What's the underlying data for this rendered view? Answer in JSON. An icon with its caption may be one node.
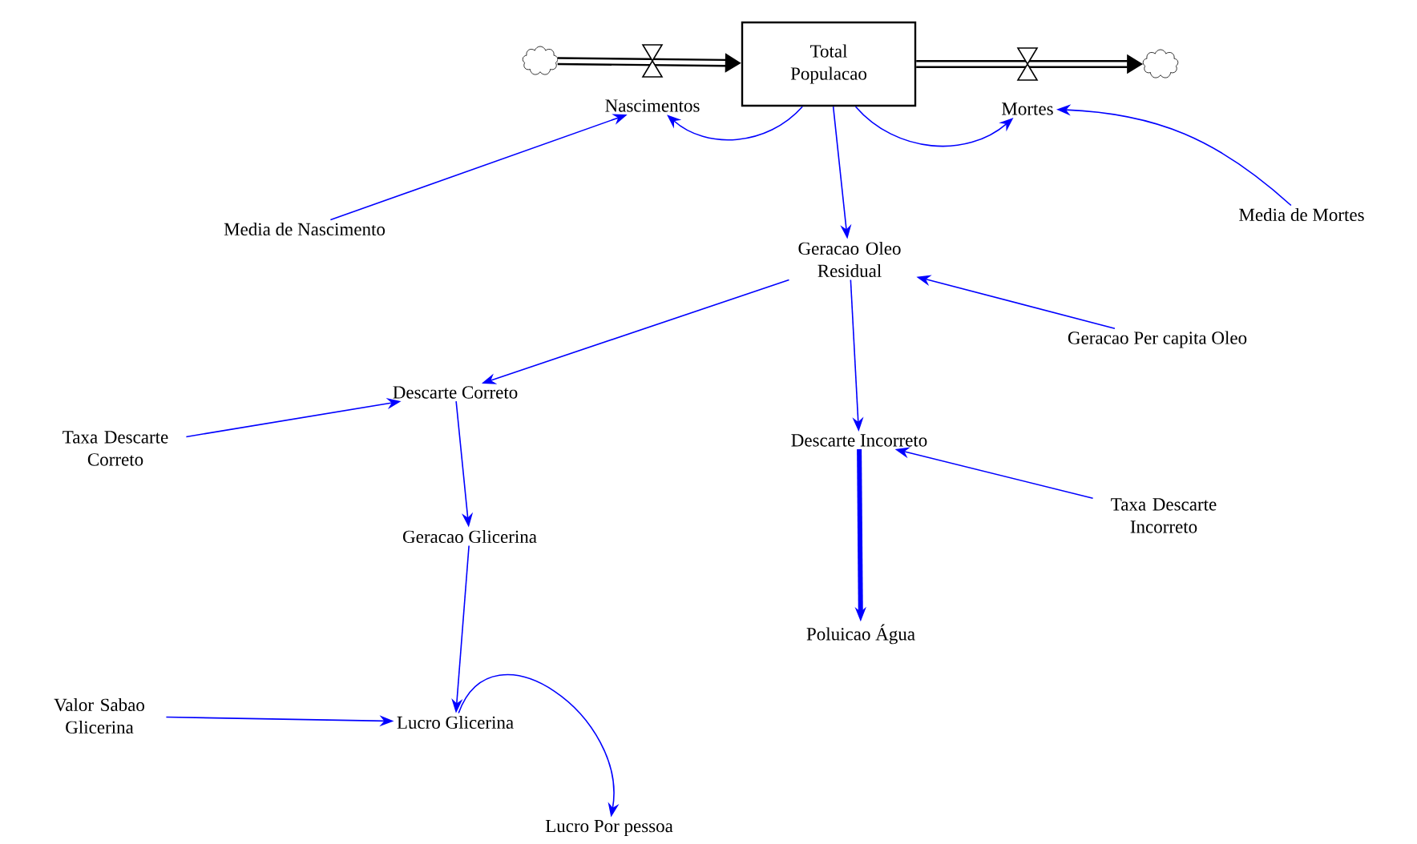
{
  "diagram": {
    "nodes": [
      {
        "text": [],
        "shape": "cloud"
      },
      {
        "text": [
          "Total Populacao"
        ]
      },
      {
        "text": [],
        "shape": "cloud"
      },
      {
        "text": [
          "Nascimentos"
        ]
      },
      {
        "text": [
          "Mortes"
        ]
      },
      {
        "text": [
          "Media de Nascimento"
        ]
      },
      {
        "text": [
          "Media de Mortes"
        ]
      },
      {
        "text": [
          "Geracao Oleo Residual"
        ]
      },
      {
        "text": [
          "Geracao Per capita Oleo"
        ]
      },
      {
        "text": [
          "Descarte Correto"
        ]
      },
      {
        "text": [
          "Taxa Descarte Correto"
        ]
      },
      {
        "text": [
          "Descarte Incorreto"
        ]
      },
      {
        "text": [
          "Taxa Descarte Incorreto"
        ]
      },
      {
        "text": [
          "Geracao Glicerina"
        ]
      },
      {
        "text": [
          "Poluicao Água"
        ]
      },
      {
        "text": [
          "Valor Sabao Glicerina"
        ]
      },
      {
        "text": [
          "Lucro Glicerina"
        ]
      },
      {
        "text": [
          "Lucro Por pessoa"
        ]
      }
    ],
    "edges": [
      {
        "from": 0,
        "to": 1,
        "arrow": "to",
        "style": "thick",
        "color": "#000000"
      },
      {
        "from": 1,
        "to": 2,
        "arrow": "to",
        "style": "thick",
        "color": "#000000"
      },
      {
        "from": 1,
        "to": 3,
        "arrow": "to"
      },
      {
        "from": 1,
        "to": 4,
        "arrow": "to"
      },
      {
        "from": 5,
        "to": 3,
        "arrow": "to"
      },
      {
        "from": 6,
        "to": 4,
        "arrow": "to"
      },
      {
        "from": 1,
        "to": 7,
        "arrow": "to"
      },
      {
        "from": 8,
        "to": 7,
        "arrow": "to"
      },
      {
        "from": 7,
        "to": 9,
        "arrow": "to"
      },
      {
        "from": 7,
        "to": 11,
        "arrow": "to"
      },
      {
        "from": 10,
        "to": 9,
        "arrow": "to"
      },
      {
        "from": 12,
        "to": 11,
        "arrow": "to"
      },
      {
        "from": 9,
        "to": 13,
        "arrow": "to"
      },
      {
        "from": 13,
        "to": 16,
        "arrow": "to"
      },
      {
        "from": 15,
        "to": 16,
        "arrow": "to"
      },
      {
        "from": 16,
        "to": 17,
        "arrow": "to"
      },
      {
        "from": 11,
        "to": 14,
        "arrow": "to",
        "style": "thick"
      }
    ]
  }
}
